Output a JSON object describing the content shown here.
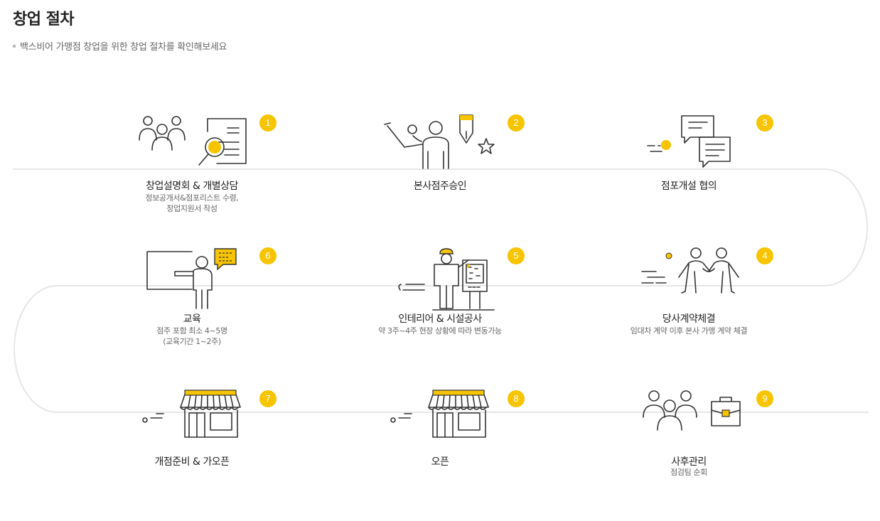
{
  "header": {
    "title": "창업 절차",
    "subtitle": "백스비어 가맹점 창업을 위한 창업 절차를 확인해보세요"
  },
  "colors": {
    "accent": "#f7c400",
    "line": "#e6e6e6",
    "icon_stroke": "#333333"
  },
  "steps": [
    {
      "number": "1",
      "label": "창업설명회 & 개별상담",
      "desc": "정보공개서&점포리스트 수령,\n창업지원서 작성",
      "icon": "people-document-search-icon"
    },
    {
      "number": "2",
      "label": "본사점주승인",
      "desc": "",
      "icon": "raised-hand-approval-icon"
    },
    {
      "number": "3",
      "label": "점포개설 협의",
      "desc": "",
      "icon": "chat-bubbles-icon"
    },
    {
      "number": "4",
      "label": "당사계약체결",
      "desc": "임대차 계약 이후 본사 가맹 계약 체결",
      "icon": "handshake-icon"
    },
    {
      "number": "5",
      "label": "인테리어 & 시설공사",
      "desc": "약 3주~4주 현장 상황에 따라 변동가능",
      "icon": "construction-worker-icon"
    },
    {
      "number": "6",
      "label": "교육",
      "desc": "점주 포함 최소 4~5명\n(교육기간 1~2주)",
      "icon": "presenter-board-icon"
    },
    {
      "number": "7",
      "label": "개점준비 & 가오픈",
      "desc": "",
      "icon": "storefront-icon"
    },
    {
      "number": "8",
      "label": "오픈",
      "desc": "",
      "icon": "storefront-icon"
    },
    {
      "number": "9",
      "label": "사후관리",
      "desc": "점검팀 순회",
      "icon": "people-briefcase-icon"
    }
  ]
}
